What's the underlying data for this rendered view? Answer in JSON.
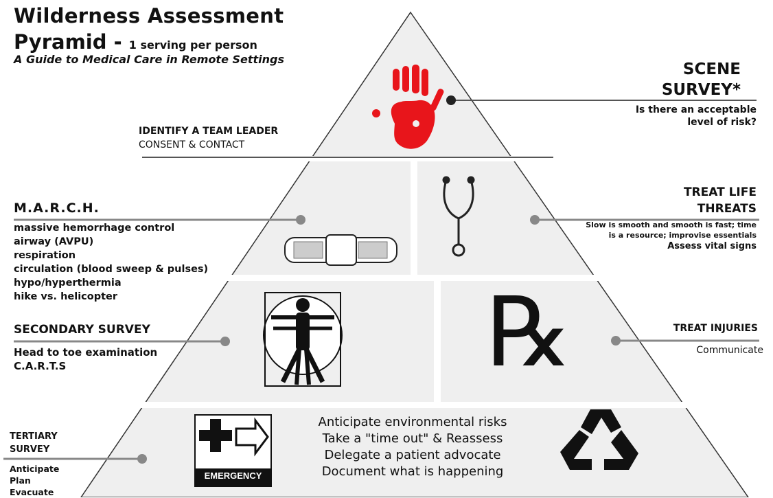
{
  "title_line1": "Wilderness Assessment",
  "title_line2": "Pyramid -",
  "title_serving": "1 serving per person",
  "subtitle": "A Guide to Medical Care in Remote Settings",
  "scene_survey": {
    "title_line1": "SCENE",
    "title_line2": "SURVEY*",
    "question_line1": "Is there an acceptable",
    "question_line2": "level of risk?"
  },
  "team_leader": {
    "title": "IDENTIFY A TEAM LEADER",
    "subtitle": "CONSENT & CONTACT"
  },
  "march": {
    "title": "M.A.R.C.H.",
    "items": [
      "massive hemorrhage control",
      "airway (AVPU)",
      "respiration",
      "circulation (blood sweep & pulses)",
      "hypo/hyperthermia",
      "hike vs. helicopter"
    ]
  },
  "treat_life_threats": {
    "title_line1": "TREAT LIFE",
    "title_line2": "THREATS",
    "text_line1": "Slow is smooth and smooth is fast; time",
    "text_line2": "is a resource; improvise essentials",
    "text_line3": "Assess vital signs"
  },
  "secondary_survey": {
    "title": "SECONDARY SURVEY",
    "line1": "Head to toe examination",
    "line2": "C.A.R.T.S"
  },
  "treat_injuries": {
    "title": "TREAT INJURIES",
    "subtitle": "Communicate"
  },
  "rx_symbol": "℞",
  "tertiary_survey": {
    "title_line1": "TERTIARY",
    "title_line2": "SURVEY",
    "items": [
      "Anticipate",
      "Plan",
      "Evacuate"
    ]
  },
  "base_text": [
    "Anticipate environmental risks",
    "Take a \"time out\" & Reassess",
    "Delegate a patient advocate",
    "Document what is happening"
  ],
  "emergency_label": "EMERGENCY",
  "colors": {
    "pyramid_fill": "#efefef",
    "handprint": "#e8151b",
    "line": "#555555"
  }
}
